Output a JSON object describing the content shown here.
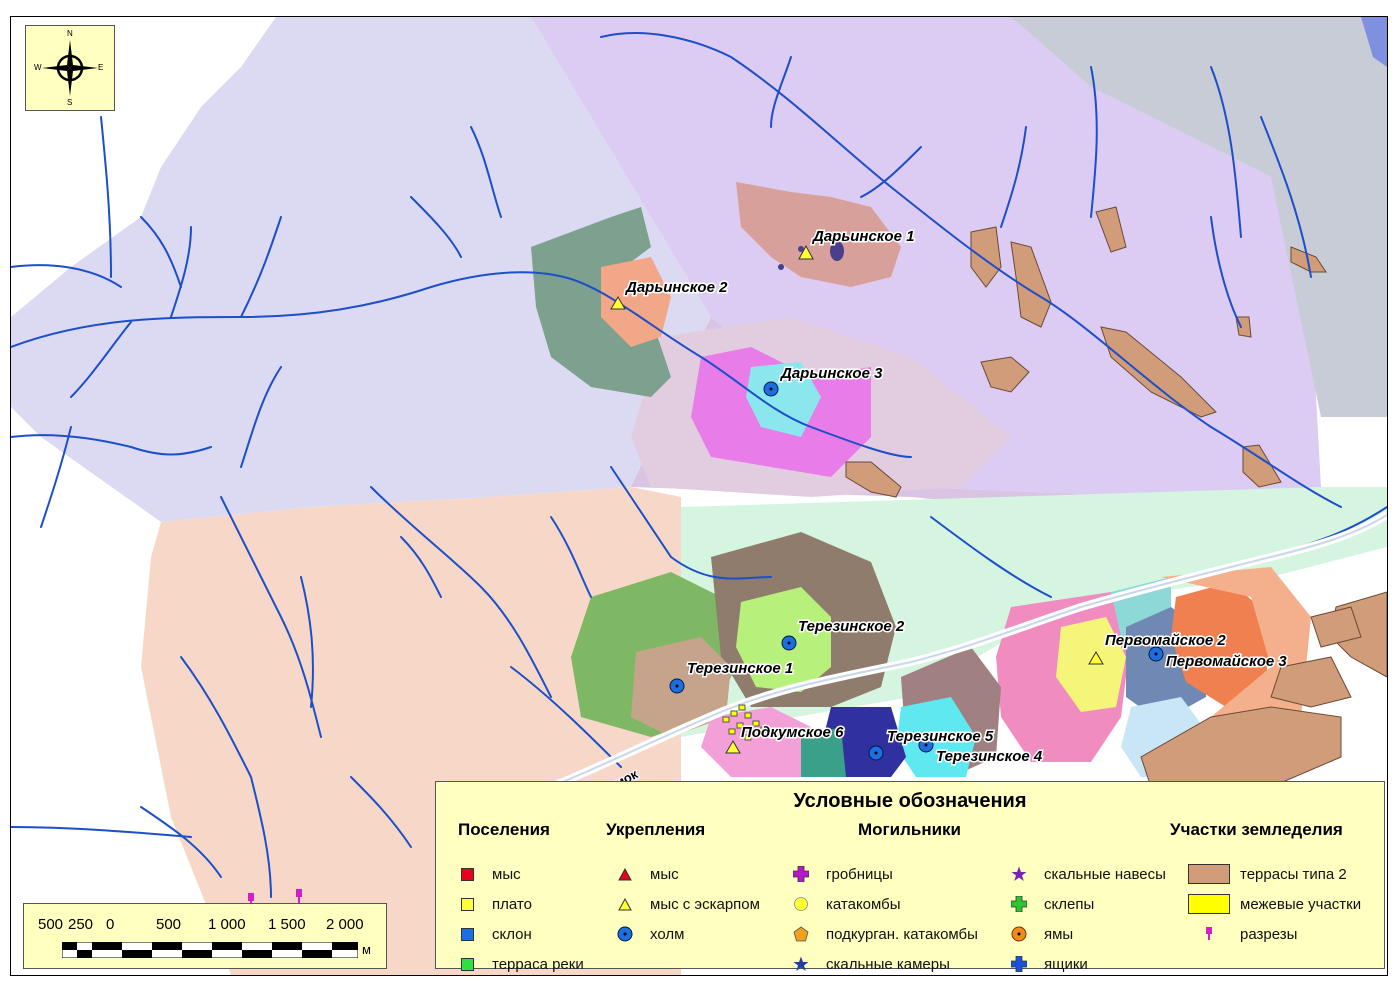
{
  "map": {
    "site_labels": [
      {
        "id": "darinskoe-1",
        "text": "Дарьинское 1"
      },
      {
        "id": "darinskoe-2",
        "text": "Дарьинское 2"
      },
      {
        "id": "darinskoe-3",
        "text": "Дарьинское 3"
      },
      {
        "id": "terezinskoe-1",
        "text": "Терезинское 1"
      },
      {
        "id": "terezinskoe-2",
        "text": "Терезинское 2"
      },
      {
        "id": "terezinskoe-4",
        "text": "Терезинское 4"
      },
      {
        "id": "terezinskoe-5",
        "text": "Терезинское 5"
      },
      {
        "id": "pervomaiskoe-2",
        "text": "Первомайское 2"
      },
      {
        "id": "pervomaiskoe-3",
        "text": "Первомайское 3"
      },
      {
        "id": "podkumskoe-6",
        "text": "Подкумское 6"
      }
    ],
    "river_label": "Подкумок",
    "colors": {
      "lavender": "#dcdaf2",
      "violet": "#dccbf2",
      "gray": "#c8ccd6",
      "peach": "#f7d8c8",
      "mint": "#d6f5e0",
      "river": "#1c4fc9",
      "terrace": "#d19c7a"
    }
  },
  "compass": {
    "north": "N",
    "south": "S",
    "west": "W",
    "east": "E"
  },
  "scalebar": {
    "ticks": [
      "500",
      "250",
      "0",
      "500",
      "1 000",
      "1 500",
      "2 000"
    ],
    "unit": "м"
  },
  "legend": {
    "title": "Условные обозначения",
    "groups": {
      "settlements": {
        "heading": "Поселения",
        "items": [
          {
            "label": "мыс",
            "color": "#e8001c",
            "icon": "square"
          },
          {
            "label": "плато",
            "color": "#ffff33",
            "icon": "square"
          },
          {
            "label": "склон",
            "color": "#1b6fe0",
            "icon": "square"
          },
          {
            "label": "терраса реки",
            "color": "#33dd44",
            "icon": "square"
          }
        ]
      },
      "fortifications": {
        "heading": "Укрепления",
        "items": [
          {
            "label": "мыс",
            "color": "#e8001c",
            "icon": "triangle"
          },
          {
            "label": "мыс с эскарпом",
            "color": "#ffff33",
            "icon": "triangle"
          },
          {
            "label": "холм",
            "color": "#1b6fe0",
            "icon": "dot-circle"
          }
        ]
      },
      "burials": {
        "heading": "Могильники",
        "items": [
          {
            "label": "гробницы",
            "color": "#b419c8",
            "icon": "cross"
          },
          {
            "label": "катакомбы",
            "color": "#ffff33",
            "icon": "circle"
          },
          {
            "label": "подкурган. катакомбы",
            "color": "#f2a11a",
            "icon": "pentagon"
          },
          {
            "label": "скальные камеры",
            "color": "#1f3ea6",
            "icon": "star"
          },
          {
            "label": "скальные навесы",
            "color": "#7a23b5",
            "icon": "star"
          },
          {
            "label": "склепы",
            "color": "#2ec42e",
            "icon": "cross"
          },
          {
            "label": "ямы",
            "color": "#f28a1a",
            "icon": "dot-circle"
          },
          {
            "label": "ящики",
            "color": "#1b50d8",
            "icon": "cross"
          }
        ]
      },
      "farmland": {
        "heading": "Участки земледелия",
        "items": [
          {
            "label": "террасы типа 2",
            "color": "#d19c7a",
            "icon": "rect"
          },
          {
            "label": "межевые участки",
            "color": "#ffff00",
            "icon": "rect"
          },
          {
            "label": "разрезы",
            "color": "#d61ec8",
            "icon": "pin"
          }
        ]
      }
    }
  }
}
